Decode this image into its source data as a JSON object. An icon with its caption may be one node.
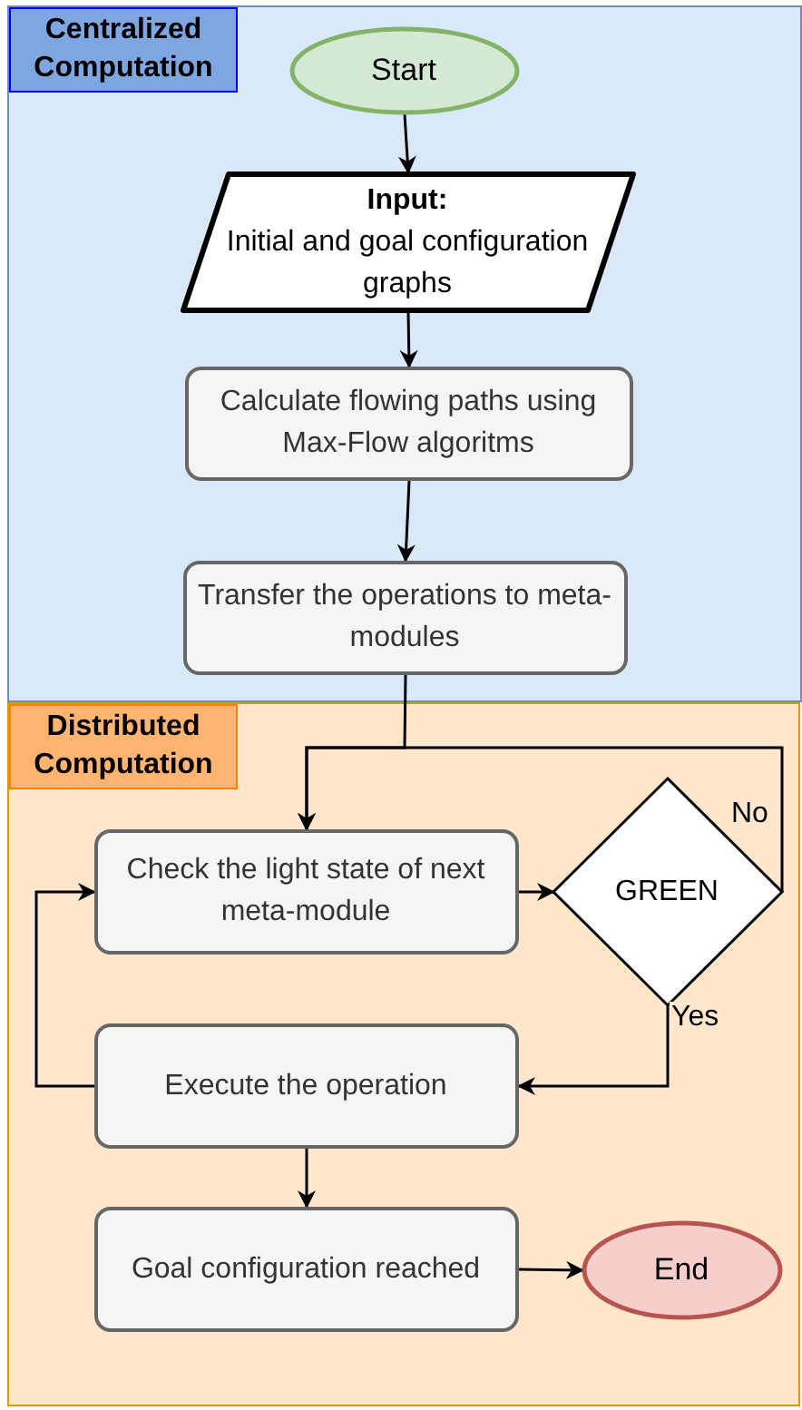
{
  "diagram": {
    "nodes": [
      {
        "text": [
          "Centralized Computation"
        ]
      },
      {
        "text": [
          "Start"
        ],
        "in": 0
      },
      {
        "text": [
          "Input:",
          "Initial and goal configuration graphs"
        ],
        "in": 0
      },
      {
        "text": [
          "Calculate flowing paths using Max-Flow algoritms"
        ],
        "in": 0
      },
      {
        "text": [
          "Transfer the operations to meta-modules"
        ],
        "in": 0
      },
      {
        "text": [
          "Distributed Computation"
        ]
      },
      {
        "text": [
          "Check the light state of next meta-module"
        ],
        "in": 5
      },
      {
        "text": [
          "GREEN"
        ],
        "in": 5
      },
      {
        "text": [
          "Execute the operation"
        ],
        "in": 5
      },
      {
        "text": [
          "Goal configuration reached"
        ],
        "in": 5
      },
      {
        "text": [
          "End"
        ],
        "in": 5
      }
    ],
    "edges": [
      {
        "from": 1,
        "to": 2,
        "arrow": "to"
      },
      {
        "from": 2,
        "to": 3,
        "arrow": "to"
      },
      {
        "from": 3,
        "to": 4,
        "arrow": "to"
      },
      {
        "from": 4,
        "to": 6,
        "arrow": "to"
      },
      {
        "from": 6,
        "to": 7,
        "arrow": "to"
      },
      {
        "from": 7,
        "to": 6,
        "arrow": "to",
        "label": "No"
      },
      {
        "from": 7,
        "to": 8,
        "arrow": "to",
        "label": "Yes"
      },
      {
        "from": 8,
        "to": 6,
        "arrow": "to"
      },
      {
        "from": 8,
        "to": 9,
        "arrow": "to"
      },
      {
        "from": 9,
        "to": 10,
        "arrow": "to"
      }
    ]
  }
}
